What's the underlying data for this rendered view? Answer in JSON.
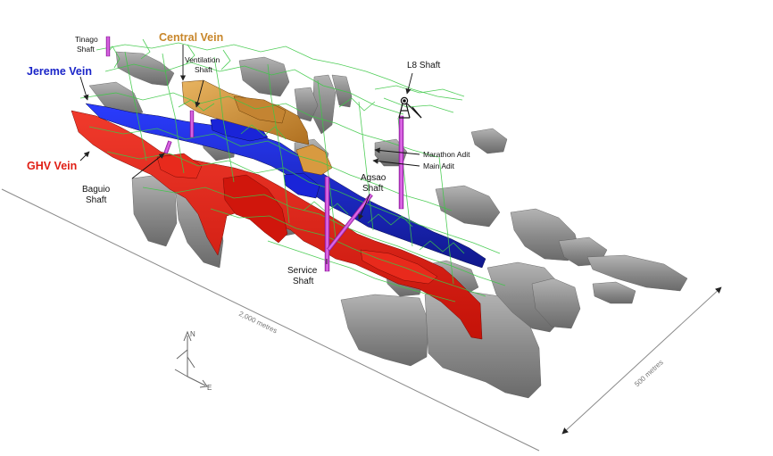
{
  "labels": {
    "central_vein": "Central Vein",
    "jereme_vein": "Jereme Vein",
    "ghv_vein": "GHV Vein",
    "tinago_shaft_1": "Tinago",
    "tinago_shaft_2": "Shaft",
    "ventilation_shaft_1": "Ventilation",
    "ventilation_shaft_2": "Shaft",
    "l8_shaft": "L8 Shaft",
    "marathon_adit": "Marathon Adit",
    "main_adit": "Main Adit",
    "agsao_shaft_1": "Agsao",
    "agsao_shaft_2": "Shaft",
    "baguio_shaft_1": "Baguio",
    "baguio_shaft_2": "Shaft",
    "service_shaft_1": "Service",
    "service_shaft_2": "Shaft"
  },
  "scale": {
    "length": "2,000 metres",
    "width": "500 metres"
  },
  "compass": {
    "north": "N",
    "east": "E"
  },
  "colors": {
    "central_vein": "#c8862a",
    "jereme_vein": "#1a24c8",
    "ghv_vein": "#e01e14",
    "shaft": "#c040c8",
    "workings": "#3cc846",
    "host_rock": "#8c8c8c"
  }
}
